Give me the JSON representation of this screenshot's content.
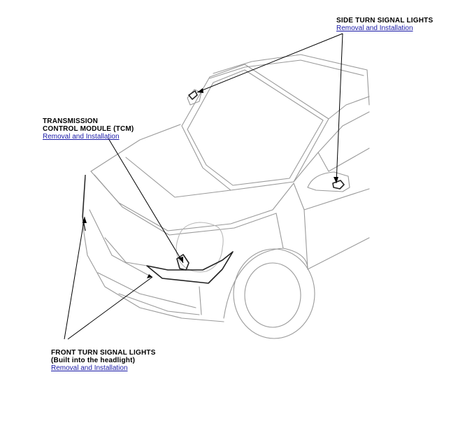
{
  "callouts": {
    "side_turn_signal": {
      "title": "SIDE TURN SIGNAL LIGHTS",
      "link": "Removal and Installation"
    },
    "tcm": {
      "title_line1": "TRANSMISSION",
      "title_line2": "CONTROL MODULE (TCM)",
      "link": "Removal and Installation"
    },
    "front_turn_signal": {
      "title_line1": "FRONT TURN SIGNAL LIGHTS",
      "title_line2": "(Built into the headlight)",
      "link": "Removal and Installation"
    }
  },
  "colors": {
    "link": "#1a1aa6",
    "outline": "#9a9a9a",
    "highlight": "#222222"
  }
}
